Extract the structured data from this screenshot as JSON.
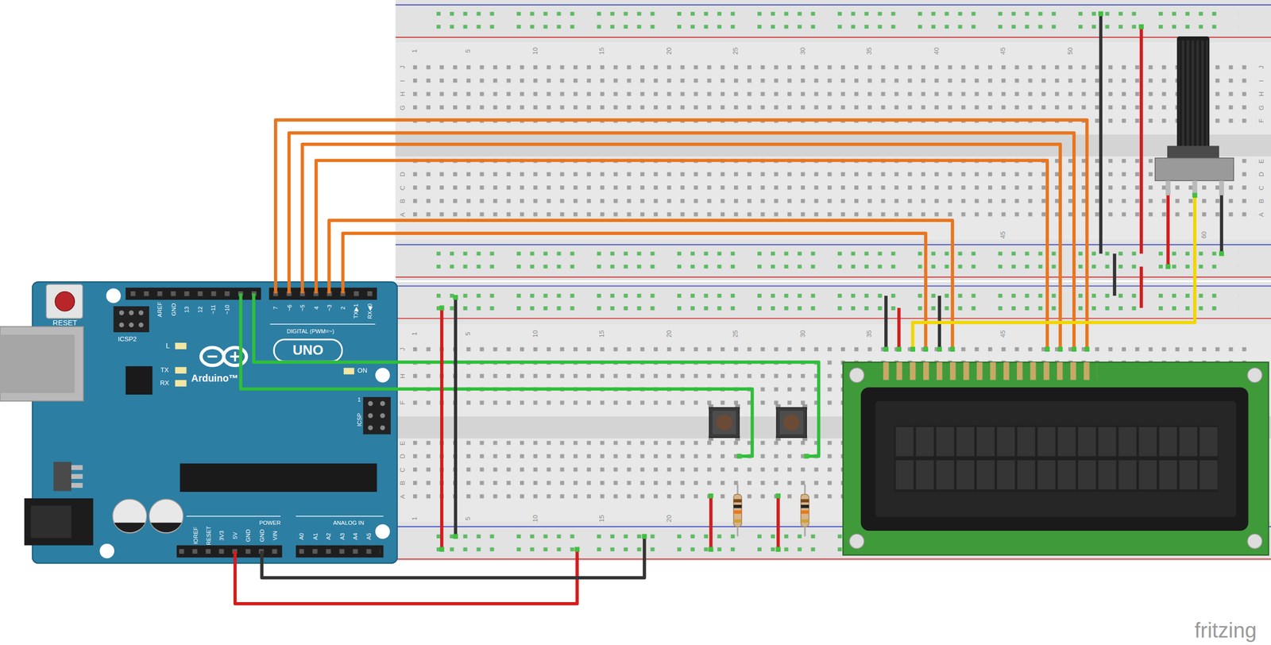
{
  "diagram": {
    "labels": [
      "RESET",
      "ICSP2",
      "AREF",
      "GND",
      "13",
      "12",
      "~11",
      "~10",
      "7",
      "~6",
      "~5",
      "4",
      "~3",
      "2",
      "TX▶1",
      "RX◀0",
      "DIGITAL (PWM=~)",
      "L",
      "TX",
      "RX",
      "UNO",
      "Arduino™",
      "ON",
      "ICSP",
      "1",
      "IOREF",
      "RESET",
      "3V3",
      "5V",
      "GND",
      "GND",
      "VIN",
      "POWER",
      "A0",
      "A1",
      "A2",
      "A3",
      "A4",
      "A5",
      "ANALOG IN",
      "1",
      "5",
      "10",
      "15",
      "20",
      "25",
      "30",
      "35",
      "40",
      "45",
      "50",
      "45",
      "60",
      "J",
      "I",
      "H",
      "G",
      "D",
      "C",
      "B",
      "A",
      "J",
      "I",
      "H",
      "G",
      "F",
      "E",
      "D",
      "C",
      "B",
      "A",
      "1",
      "5",
      "10",
      "15",
      "20",
      "25",
      "30",
      "35",
      "45",
      "J",
      "H",
      "F",
      "E",
      "D",
      "C",
      "B",
      "A",
      "1",
      "5",
      "10",
      "15",
      "20",
      "fritzing"
    ]
  }
}
